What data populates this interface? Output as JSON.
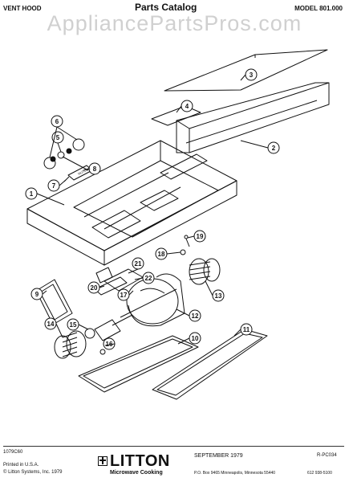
{
  "header": {
    "left": "VENT HOOD",
    "title": "Parts  Catalog",
    "right": "MODEL 801.000"
  },
  "watermark": "AppliancePartsPros.com",
  "callouts": [
    "1",
    "2",
    "3",
    "4",
    "5",
    "6",
    "7",
    "8",
    "9",
    "10",
    "11",
    "12",
    "13",
    "14",
    "15",
    "16",
    "17",
    "18",
    "19",
    "20",
    "21",
    "22"
  ],
  "nameplate_text": "NUTONE",
  "footer": {
    "code": "1079C60",
    "printed": "Printed in U.S.A.",
    "copyright": "© Litton Systems, Inc. 1979",
    "brand": "LITTON",
    "brand_sub": "Microwave Cooking",
    "date": "SEPTEMBER 1979",
    "address": "P.O. Box 9465   Minneapolis, Minnesota 55440",
    "doc_id": "R-PC034",
    "phone": "612  938-5100"
  }
}
